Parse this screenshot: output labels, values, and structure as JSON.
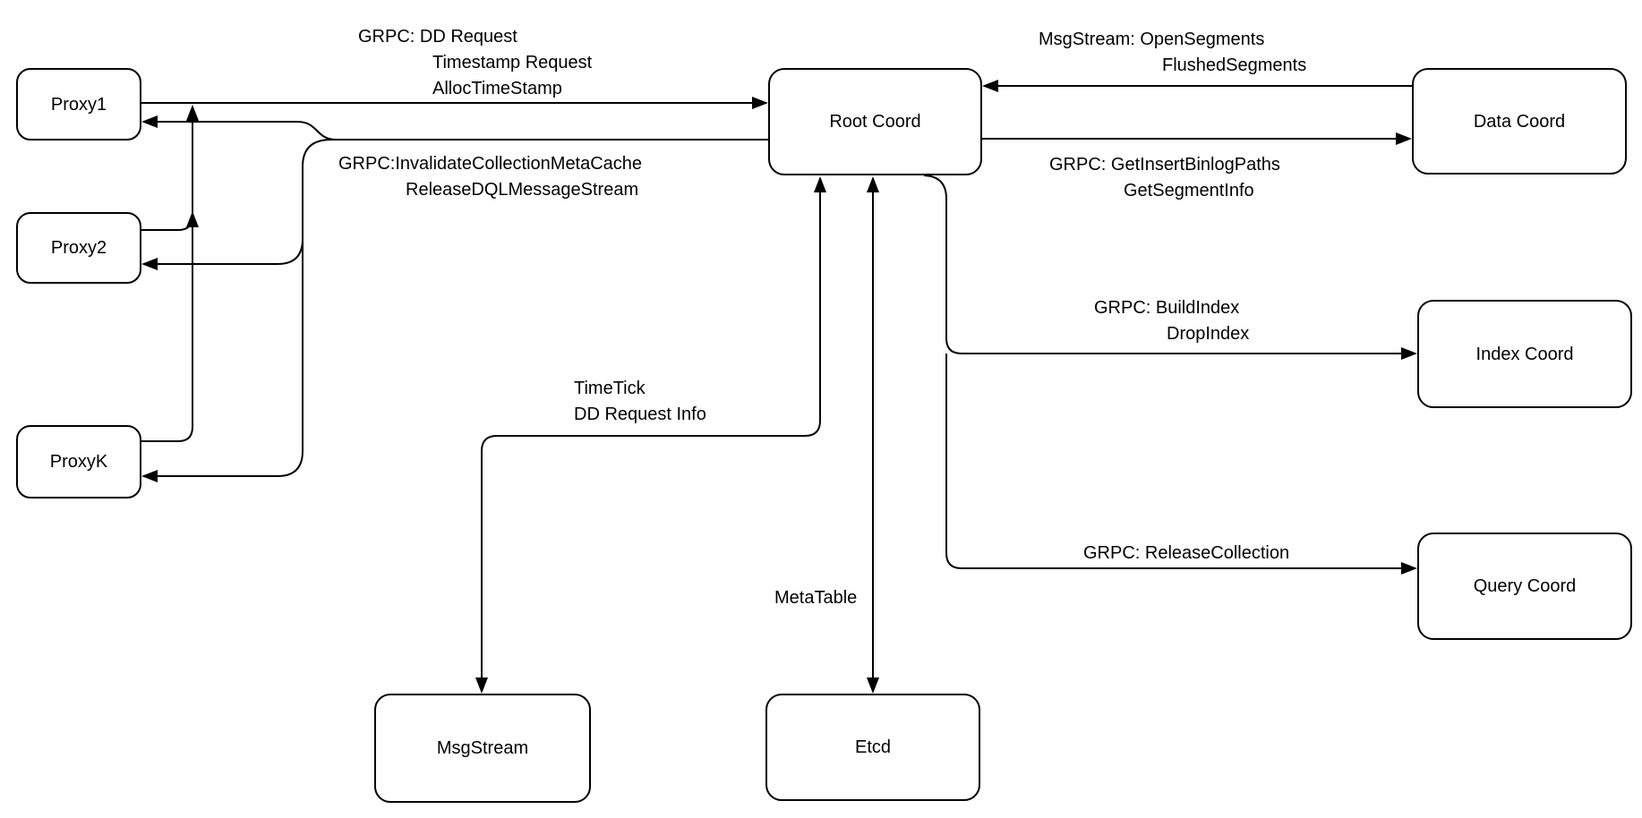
{
  "diagram": {
    "nodes": {
      "proxy1": {
        "label": "Proxy1"
      },
      "proxy2": {
        "label": "Proxy2"
      },
      "proxyk": {
        "label": "ProxyK"
      },
      "root_coord": {
        "label": "Root Coord"
      },
      "data_coord": {
        "label": "Data Coord"
      },
      "index_coord": {
        "label": "Index Coord"
      },
      "query_coord": {
        "label": "Query Coord"
      },
      "msgstream": {
        "label": "MsgStream"
      },
      "etcd": {
        "label": "Etcd"
      }
    },
    "edge_labels": {
      "proxy_to_root": {
        "line1": "GRPC: DD Request",
        "line2": "Timestamp Request",
        "line3": "AllocTimeStamp"
      },
      "root_to_proxy": {
        "line1": "GRPC:InvalidateCollectionMetaCache",
        "line2": "ReleaseDQLMessageStream"
      },
      "data_to_root": {
        "line1": "MsgStream: OpenSegments",
        "line2": "FlushedSegments"
      },
      "root_to_data": {
        "line1": "GRPC: GetInsertBinlogPaths",
        "line2": "GetSegmentInfo"
      },
      "root_to_index": {
        "line1": "GRPC: BuildIndex",
        "line2": "DropIndex"
      },
      "root_to_query": {
        "line1": "GRPC: ReleaseCollection"
      },
      "root_to_msgstream": {
        "line1": "TimeTick",
        "line2": "DD Request Info"
      },
      "root_to_etcd": {
        "line1": "MetaTable"
      }
    },
    "colors": {
      "stroke": "#000000",
      "text": "#000000",
      "node_fill": "#ffffff",
      "node_border": "#000000",
      "background": "#ffffff"
    }
  }
}
